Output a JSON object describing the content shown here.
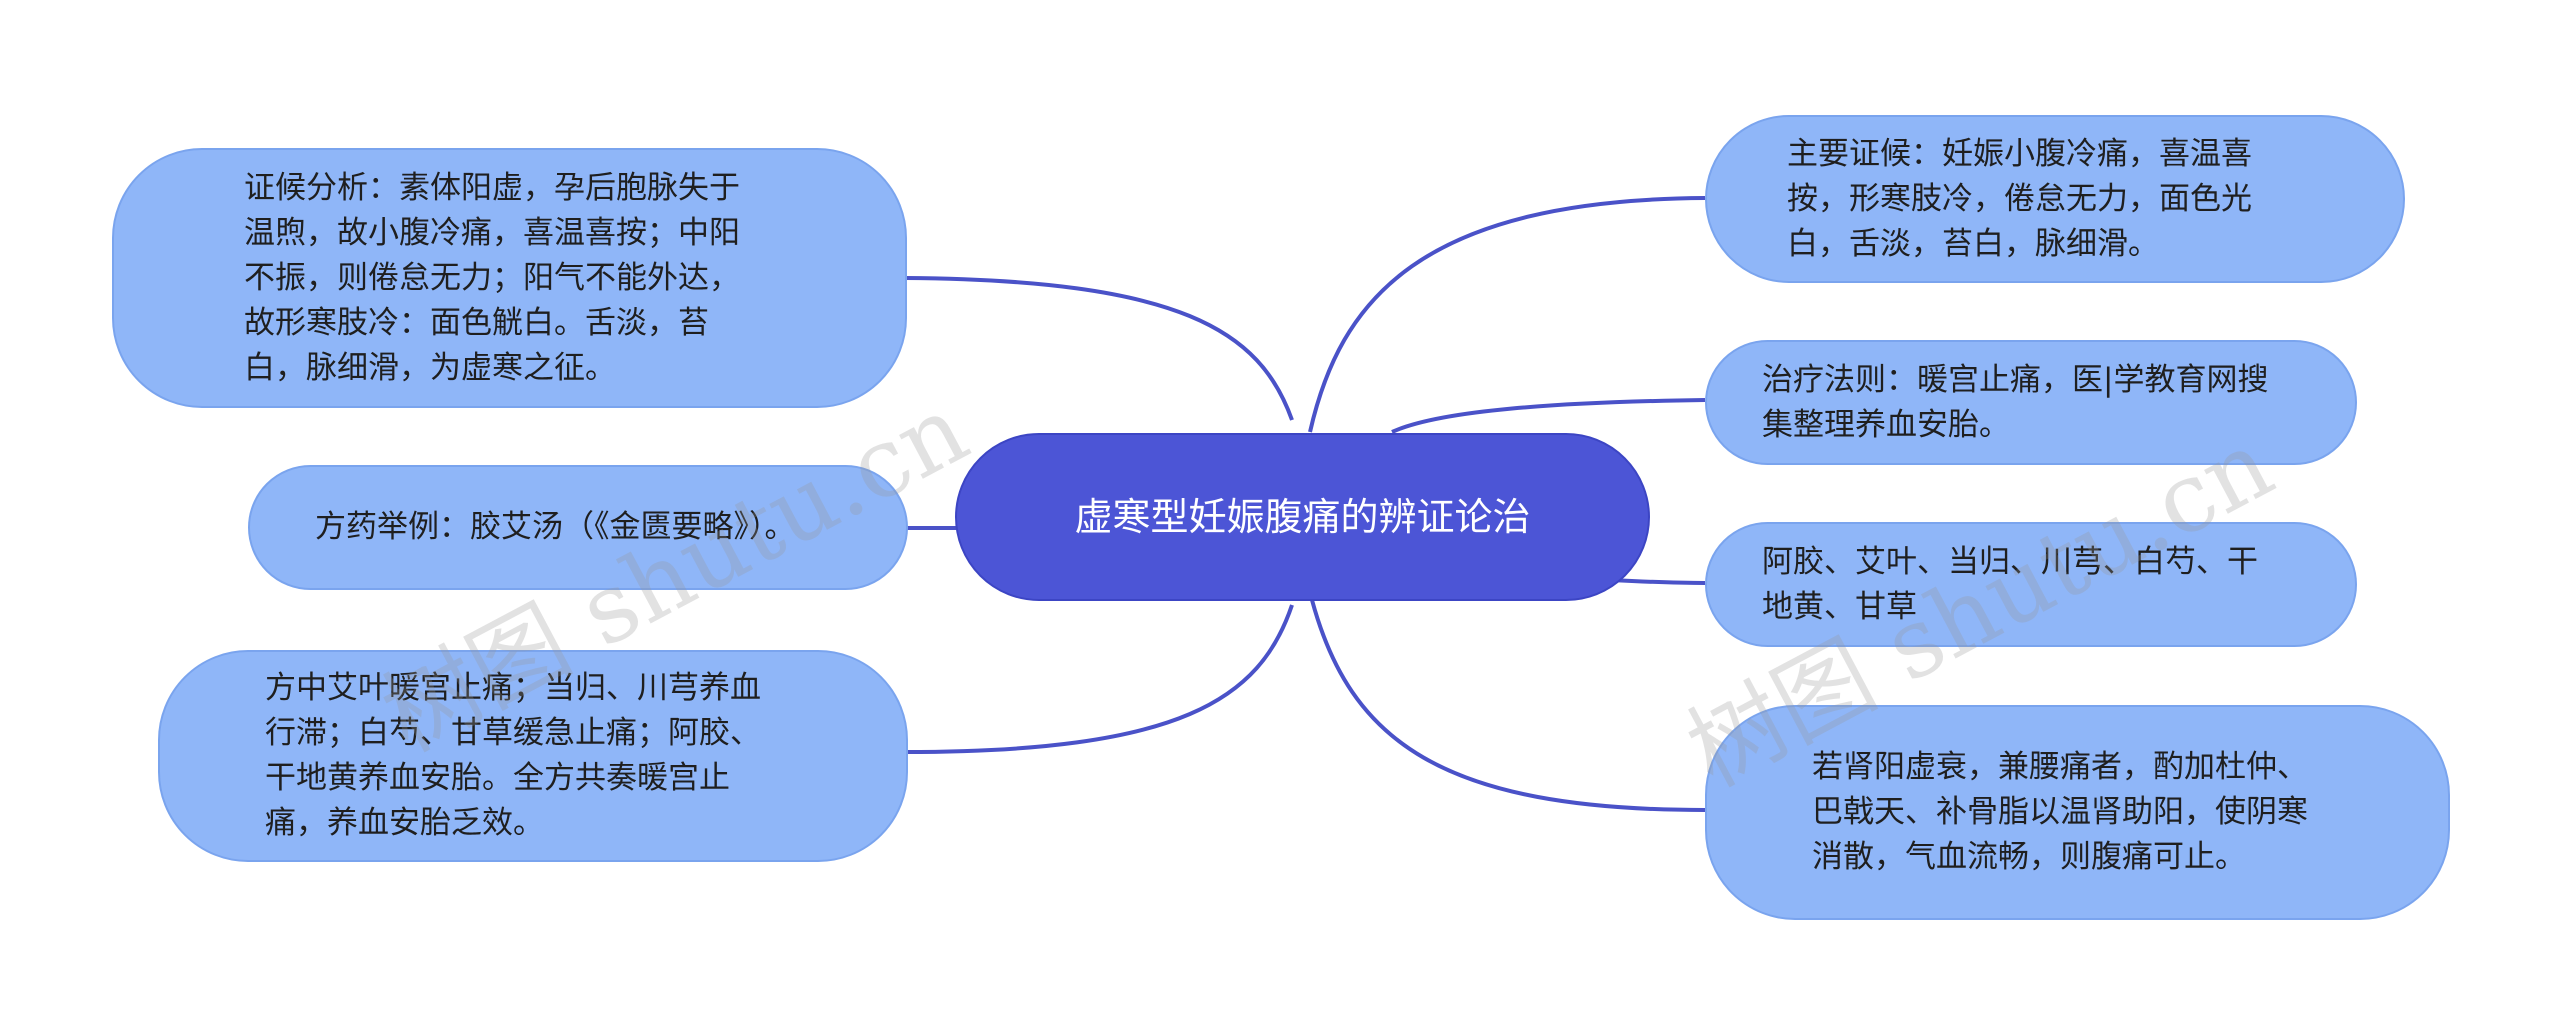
{
  "central": {
    "title": "虚寒型妊娠腹痛的辨证论治"
  },
  "left_nodes": [
    {
      "text": "证候分析：素体阳虚，孕后胞脉失于温煦，故小腹冷痛，喜温喜按；中阳不振，则倦怠无力；阳气不能外达，故形寒肢冷：面色觥白。舌淡，苔白，脉细滑，为虚寒之征。"
    },
    {
      "text": "方药举例：胶艾汤（《金匮要略》）。"
    },
    {
      "text": "方中艾叶暖宫止痛；当归、川芎养血行滞；白芍、甘草缓急止痛；阿胶、干地黄养血安胎。全方共奏暖宫止痛，养血安胎乏效。"
    }
  ],
  "right_nodes": [
    {
      "text": "主要证候：妊娠小腹冷痛，喜温喜按，形寒肢冷，倦怠无力，面色光白，舌淡，苔白，脉细滑。"
    },
    {
      "text": "治疗法则：暖宫止痛，医|学教育网搜集整理养血安胎。"
    },
    {
      "text": "阿胶、艾叶、当归、川芎、白芍、干地黄、甘草"
    },
    {
      "text": "若肾阳虚衰，兼腰痛者，酌加杜仲、巴戟天、补骨脂以温肾助阳，使阴寒消散，气血流畅，则腹痛可止。"
    }
  ],
  "watermarks": [
    "树图 shutu.cn",
    "树图 shutu.cn"
  ],
  "colors": {
    "central_fill": "#4c55d6",
    "node_fill": "#8fb6f8",
    "connector": "#4a52c8"
  }
}
